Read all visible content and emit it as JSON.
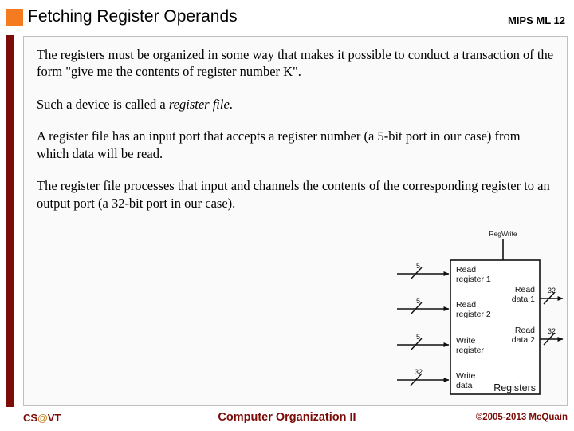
{
  "header": {
    "title": "Fetching Register Operands",
    "reference": "MIPS ML 12",
    "bullet_color": "#F47B20"
  },
  "accent": {
    "bar_color": "#7B0C07"
  },
  "content": {
    "paragraphs": [
      {
        "id": "p1",
        "text": "The registers must be organized in some way that makes it possible to conduct a transaction of the form \"give me the contents of register number K\"."
      },
      {
        "id": "p2",
        "lead": "Such a device is called a ",
        "emphasis": "register file",
        "tail": "."
      },
      {
        "id": "p3",
        "text": "A register file has an input port that accepts a register number (a 5-bit port in our case) from which data will be read."
      },
      {
        "id": "p4",
        "text": "The register file processes that input and channels the contents of the corresponding register to an output port (a 32-bit port in our case)."
      }
    ]
  },
  "diagram": {
    "name": "register-file-block-diagram",
    "block_label": "Registers",
    "control_signal": "RegWrite",
    "inputs": [
      {
        "label_line1": "Read",
        "label_line2": "register 1",
        "width": "5"
      },
      {
        "label_line1": "Read",
        "label_line2": "register 2",
        "width": "5"
      },
      {
        "label_line1": "Write",
        "label_line2": "register",
        "width": "5"
      },
      {
        "label_line1": "Write",
        "label_line2": "data",
        "width": "32"
      }
    ],
    "outputs": [
      {
        "label_line1": "Read",
        "label_line2": "data 1",
        "width": "32"
      },
      {
        "label_line1": "Read",
        "label_line2": "data 2",
        "width": "32"
      }
    ]
  },
  "footer": {
    "logo_prefix": "CS",
    "logo_at": "@",
    "logo_suffix": "VT",
    "course": "Computer Organization II",
    "copyright": "©2005-2013 McQuain",
    "text_color": "#7B0C07"
  }
}
